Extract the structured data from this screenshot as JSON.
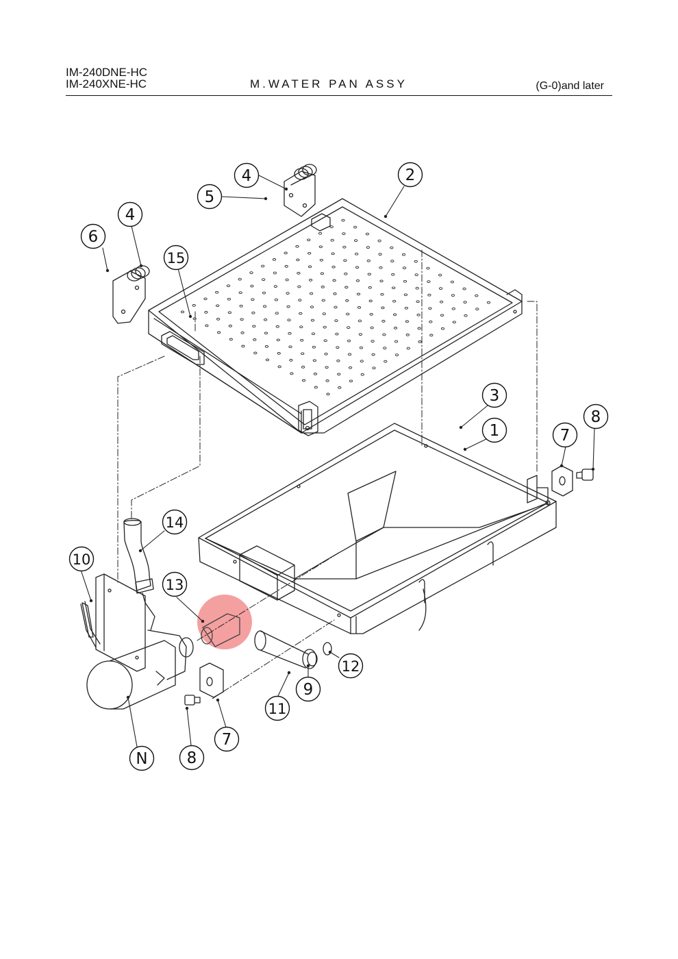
{
  "header": {
    "model_line_1": "IM-240DNE-HC",
    "model_line_2": "IM-240XNE-HC",
    "title": "M.WATER PAN ASSY",
    "revision": "(G-0)and later"
  },
  "callouts": [
    {
      "id": "c4a",
      "label": "4"
    },
    {
      "id": "c5",
      "label": "5"
    },
    {
      "id": "c2",
      "label": "2"
    },
    {
      "id": "c4b",
      "label": "4"
    },
    {
      "id": "c6",
      "label": "6"
    },
    {
      "id": "c15",
      "label": "15"
    },
    {
      "id": "c3",
      "label": "3"
    },
    {
      "id": "c1",
      "label": "1"
    },
    {
      "id": "c7a",
      "label": "7"
    },
    {
      "id": "c8a",
      "label": "8"
    },
    {
      "id": "c14",
      "label": "14"
    },
    {
      "id": "c10",
      "label": "10"
    },
    {
      "id": "c13",
      "label": "13"
    },
    {
      "id": "c12",
      "label": "12"
    },
    {
      "id": "c9",
      "label": "9"
    },
    {
      "id": "c11",
      "label": "11"
    },
    {
      "id": "c7b",
      "label": "7"
    },
    {
      "id": "cN",
      "label": "N"
    },
    {
      "id": "c8b",
      "label": "8"
    }
  ],
  "highlight_color": "#f08080"
}
